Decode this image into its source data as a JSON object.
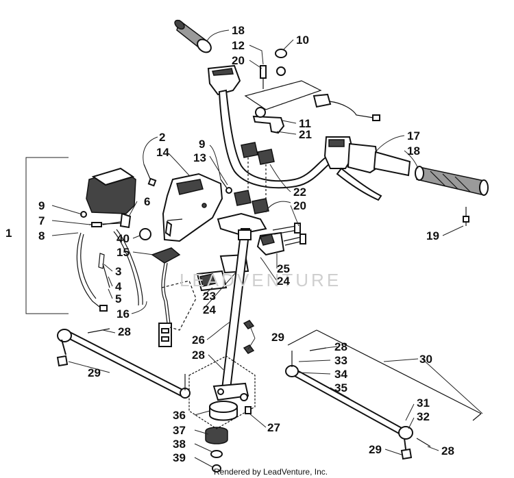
{
  "diagram": {
    "watermark": "LEADVENTURE",
    "footer": "Rendered by LeadVenture, Inc.",
    "callouts": [
      {
        "id": "c18a",
        "text": "18"
      },
      {
        "id": "c12",
        "text": "12"
      },
      {
        "id": "c20a",
        "text": "20"
      },
      {
        "id": "c10",
        "text": "10"
      },
      {
        "id": "c11",
        "text": "11"
      },
      {
        "id": "c21",
        "text": "21"
      },
      {
        "id": "c17",
        "text": "17"
      },
      {
        "id": "c18b",
        "text": "18"
      },
      {
        "id": "c2",
        "text": "2"
      },
      {
        "id": "c14",
        "text": "14"
      },
      {
        "id": "c9a",
        "text": "9"
      },
      {
        "id": "c13",
        "text": "13"
      },
      {
        "id": "c22",
        "text": "22"
      },
      {
        "id": "c20b",
        "text": "20"
      },
      {
        "id": "c1",
        "text": "1"
      },
      {
        "id": "c9b",
        "text": "9"
      },
      {
        "id": "c6",
        "text": "6"
      },
      {
        "id": "c7",
        "text": "7"
      },
      {
        "id": "c8",
        "text": "8"
      },
      {
        "id": "c40",
        "text": "40"
      },
      {
        "id": "c15",
        "text": "15"
      },
      {
        "id": "c19",
        "text": "19"
      },
      {
        "id": "c3",
        "text": "3"
      },
      {
        "id": "c4",
        "text": "4"
      },
      {
        "id": "c5",
        "text": "5"
      },
      {
        "id": "c16",
        "text": "16"
      },
      {
        "id": "c25",
        "text": "25"
      },
      {
        "id": "c24a",
        "text": "24"
      },
      {
        "id": "c23",
        "text": "23"
      },
      {
        "id": "c24b",
        "text": "24"
      },
      {
        "id": "c28a",
        "text": "28"
      },
      {
        "id": "c26",
        "text": "26"
      },
      {
        "id": "c29a",
        "text": "29"
      },
      {
        "id": "c28b",
        "text": "28"
      },
      {
        "id": "c28c",
        "text": "28"
      },
      {
        "id": "c33",
        "text": "33"
      },
      {
        "id": "c34",
        "text": "34"
      },
      {
        "id": "c35",
        "text": "35"
      },
      {
        "id": "c30",
        "text": "30"
      },
      {
        "id": "c29b",
        "text": "29"
      },
      {
        "id": "c31",
        "text": "31"
      },
      {
        "id": "c32",
        "text": "32"
      },
      {
        "id": "c36",
        "text": "36"
      },
      {
        "id": "c27",
        "text": "27"
      },
      {
        "id": "c37",
        "text": "37"
      },
      {
        "id": "c38",
        "text": "38"
      },
      {
        "id": "c39",
        "text": "39"
      },
      {
        "id": "c29c",
        "text": "29"
      },
      {
        "id": "c28d",
        "text": "28"
      }
    ]
  }
}
